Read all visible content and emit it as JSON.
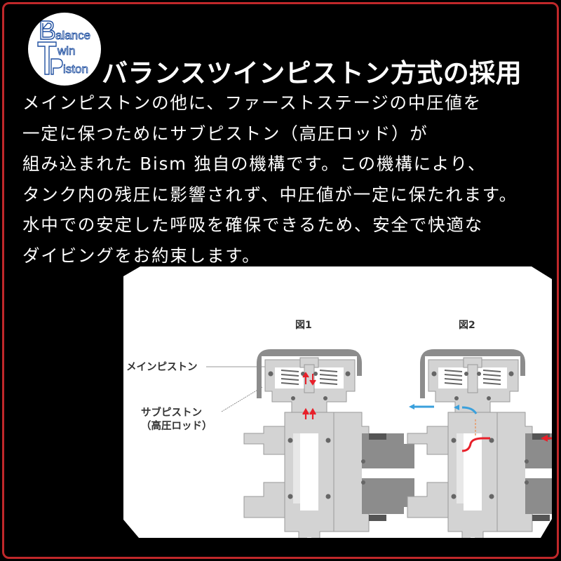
{
  "logo": {
    "line1": "alance",
    "line2": "win",
    "line3": "iston",
    "initials": [
      "B",
      "T",
      "P"
    ],
    "full_text": "Balance Twin Piston",
    "color": "#1f4fa0"
  },
  "title": "バランスツインピストン方式の採用",
  "body": {
    "lines": [
      "メインピストンの他に、ファーストステージの中圧値を",
      "一定に保つためにサブピストン（高圧ロッド）が",
      "組み込まれた Bism 独自の機構です。この機構により、",
      "タンク内の残圧に影響されず、中圧値が一定に保たれます。",
      "水中での安定した呼吸を確保できるため、安全で快適な",
      "ダイビングをお約束します。"
    ]
  },
  "diagram": {
    "figures": [
      {
        "label": "図1"
      },
      {
        "label": "図2"
      }
    ],
    "callouts": {
      "main_piston": "メインピストン",
      "sub_piston_line1": "サブピストン",
      "sub_piston_line2": "（高圧ロッド）"
    },
    "colors": {
      "body_light": "#d3d3d3",
      "body_dark": "#8c8c8c",
      "outline": "#9a9a9a",
      "arrow_red": "#e8202a",
      "arrow_blue": "#3aa0dc"
    }
  },
  "colors": {
    "background": "#000000",
    "border": "#c0282a",
    "text": "#ffffff"
  }
}
